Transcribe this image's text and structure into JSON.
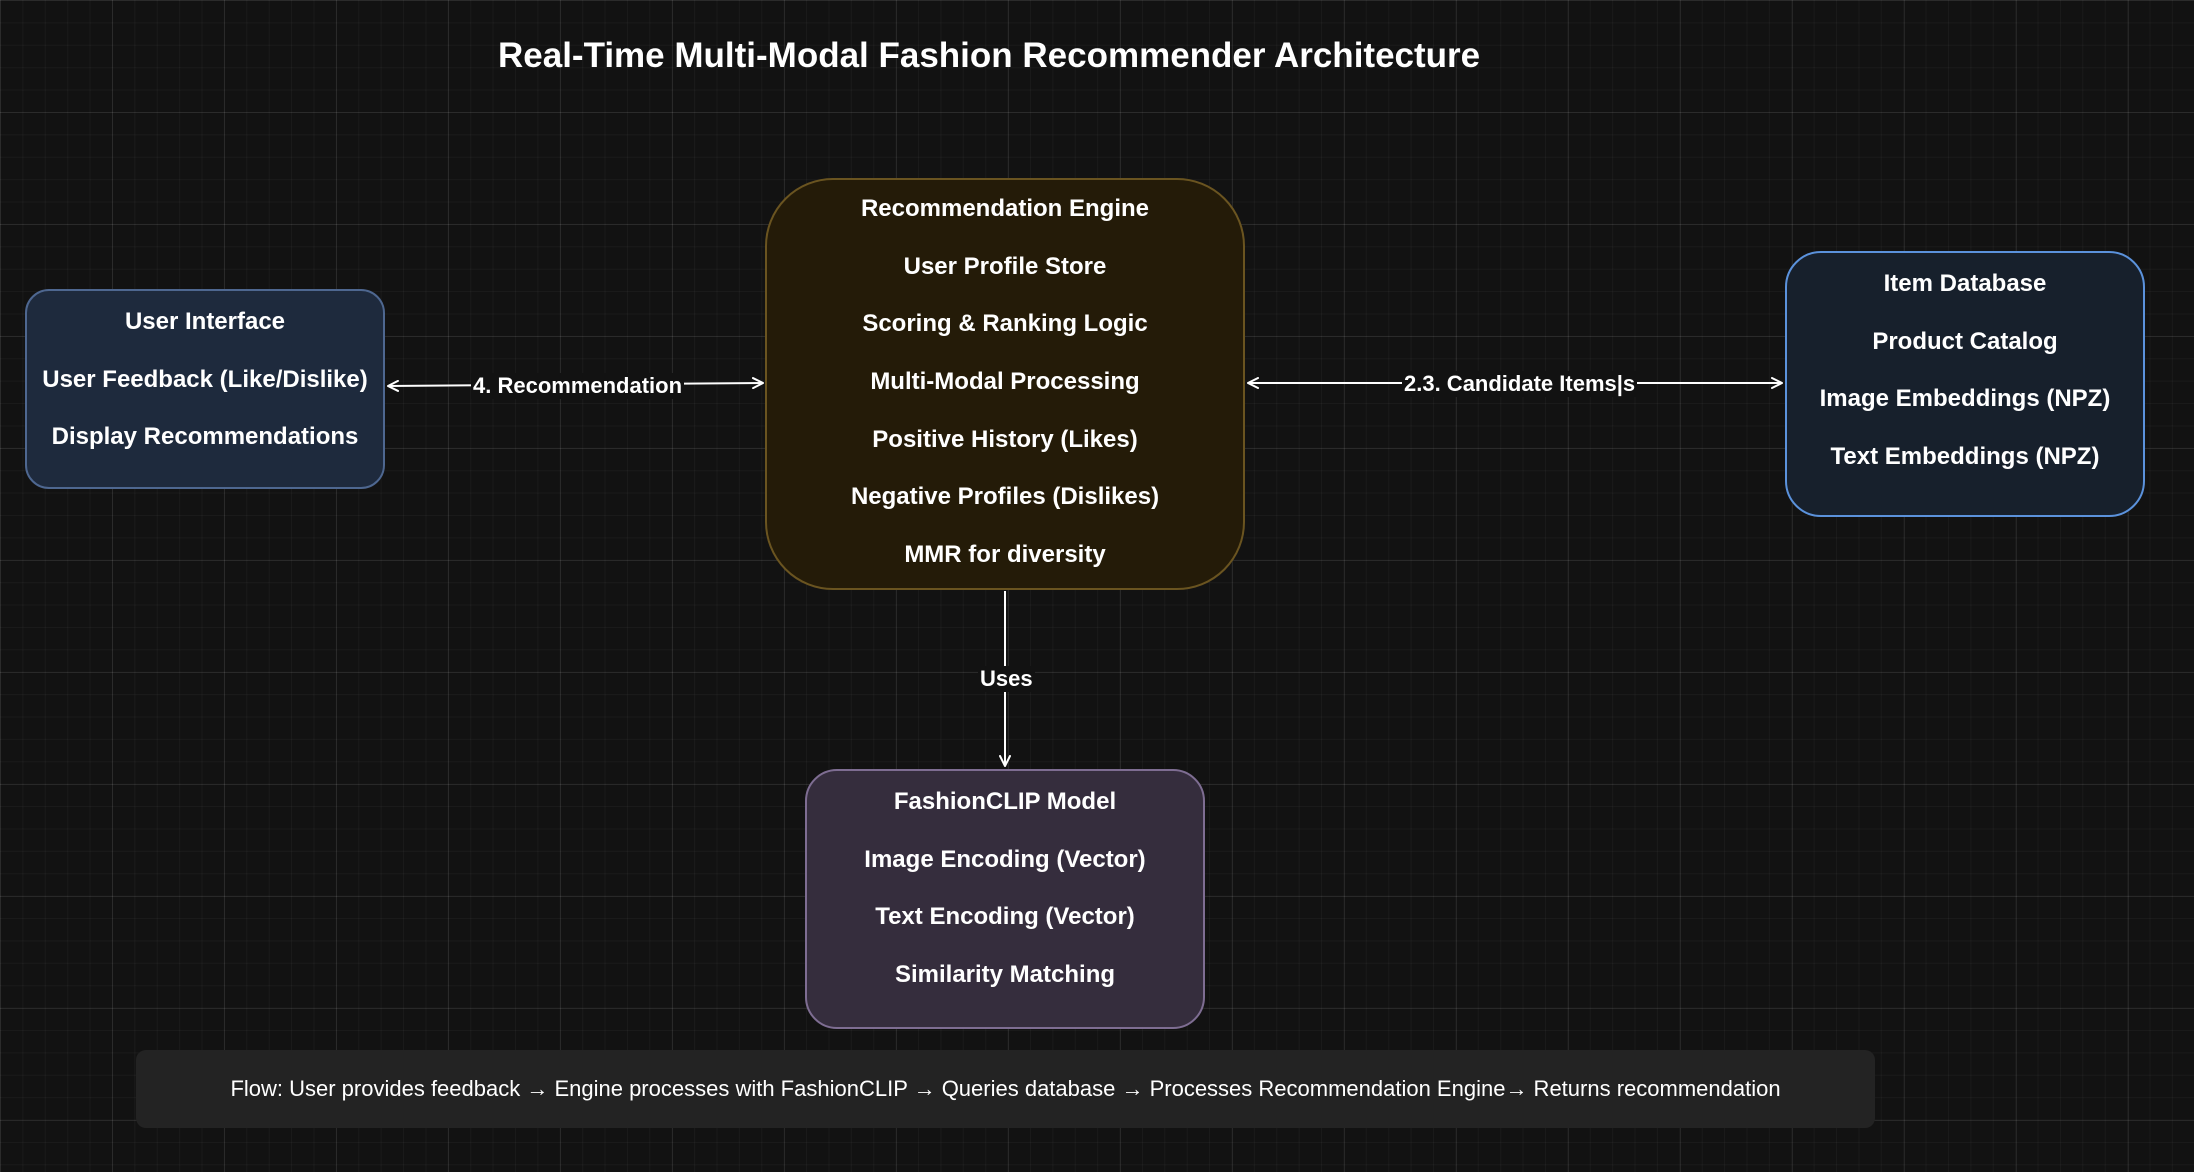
{
  "title": "Real-Time Multi-Modal Fashion Recommender Architecture",
  "nodes": {
    "user_interface": {
      "lines": [
        "User Interface",
        "User Feedback (Like/Dislike)",
        "Display Recommendations"
      ],
      "fill": "#1e2a3d",
      "stroke": "#4e6790"
    },
    "recommendation_engine": {
      "lines": [
        "Recommendation Engine",
        "User Profile Store",
        "Scoring & Ranking Logic",
        "Multi-Modal Processing",
        "Positive History (Likes)",
        "Negative Profiles (Dislikes)",
        "MMR for diversity"
      ],
      "fill": "#241b08",
      "stroke": "#6a5420"
    },
    "item_database": {
      "lines": [
        "Item Database",
        "Product Catalog",
        "Image Embeddings (NPZ)",
        "Text Embeddings (NPZ)"
      ],
      "fill": "#17202c",
      "stroke": "#5b92dc"
    },
    "fashionclip_model": {
      "lines": [
        "FashionCLIP Model",
        "Image Encoding (Vector)",
        "Text Encoding (Vector)",
        "Similarity Matching"
      ],
      "fill": "#352d3d",
      "stroke": "#7e6d92"
    }
  },
  "edges": {
    "ui_engine": {
      "from": "User Interface",
      "to": "Recommendation Engine",
      "label": "4. Recommendation",
      "direction": "bidirectional"
    },
    "engine_db": {
      "from": "Recommendation Engine",
      "to": "Item Database",
      "label": "2.3. Candidate Items|s",
      "direction": "bidirectional"
    },
    "engine_clip": {
      "from": "Recommendation Engine",
      "to": "FashionCLIP Model",
      "label": "Uses",
      "direction": "forward"
    }
  },
  "footer": "Flow: User provides feedback → Engine processes with FashionCLIP → Queries database  →  Processes Recommendation Engine→ Returns recommendation",
  "colors": {
    "background": "#121212",
    "text": "#ffffff",
    "connector": "#ffffff"
  }
}
